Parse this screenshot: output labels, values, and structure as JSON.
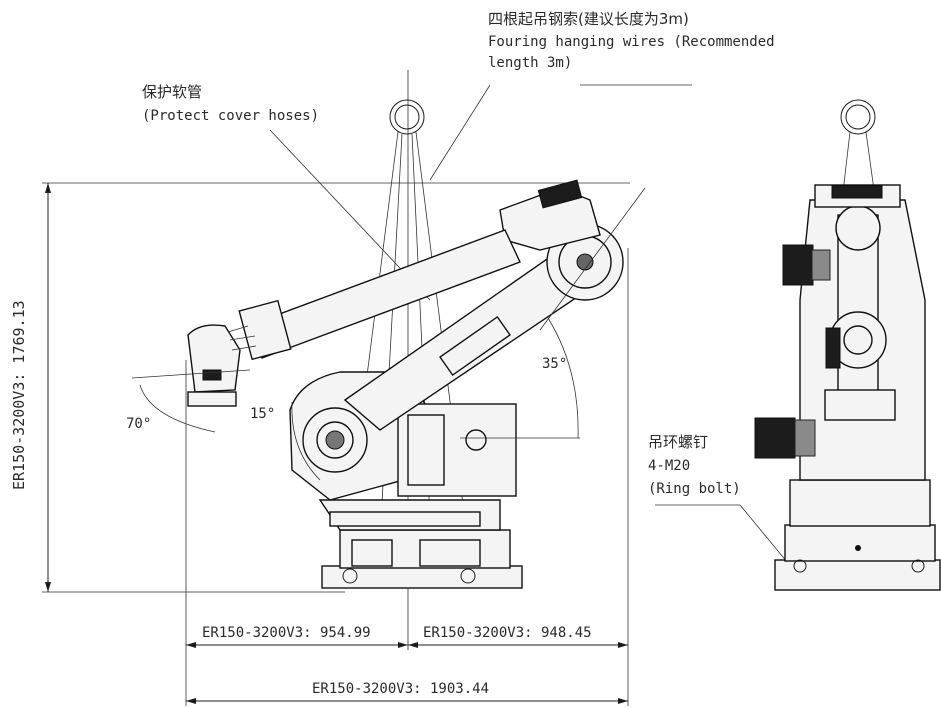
{
  "annotations": {
    "wires_cn": "四根起吊钢索(建议长度为3m)",
    "wires_en_1": "Fouring hanging wires (Recommended",
    "wires_en_2": "length 3m)",
    "hoses_cn": "保护软管",
    "hoses_en": "(Protect cover hoses)",
    "bolt_cn": "吊环螺钉",
    "bolt_spec": "4-M20",
    "bolt_en": "(Ring bolt)"
  },
  "angles": {
    "wrist": "70°",
    "lower": "15°",
    "arm": "35°"
  },
  "dimensions": {
    "height": "ER150-3200V3: 1769.13",
    "left_width": "ER150-3200V3: 954.99",
    "right_width": "ER150-3200V3: 948.45",
    "total_width": "ER150-3200V3: 1903.44"
  },
  "colors": {
    "line": "#1c1c1c",
    "fill_light": "#f4f4f4",
    "motor": "#1c1c1c"
  }
}
